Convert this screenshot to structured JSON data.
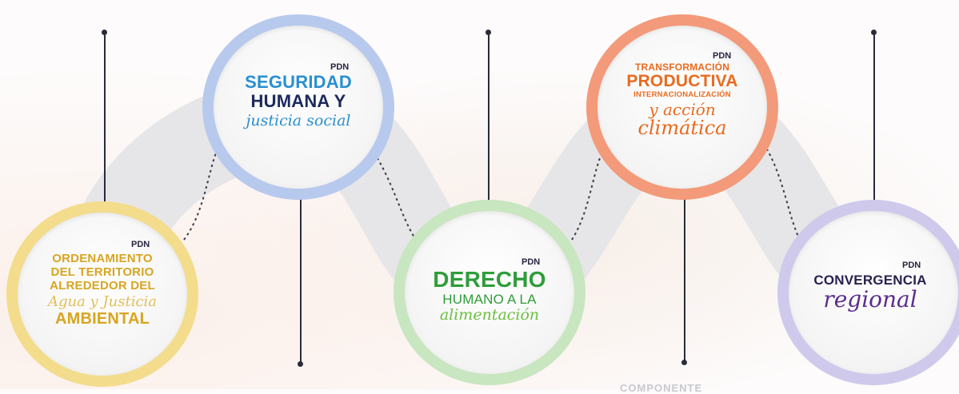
{
  "nodes": [
    {
      "id": "agua",
      "badge": "PDN",
      "lines": [
        "ORDENAMIENTO",
        "DEL TERRITORIO",
        "ALREDEDOR DEL"
      ],
      "script": "Agua y Justicia",
      "last": "AMBIENTAL",
      "ring_color": "#f3dc8c",
      "text_color": "#d8a51f"
    },
    {
      "id": "seguridad",
      "badge": "PDN",
      "lines": [
        "SEGURIDAD",
        "HUMANA Y"
      ],
      "script": "justicia social",
      "ring_color": "#b8c9ee",
      "text_color": "#2a8fd1",
      "text_color_2": "#1c2a5c"
    },
    {
      "id": "alimentacion",
      "badge": "PDN",
      "lines": [
        "DERECHO",
        "HUMANO A LA"
      ],
      "script": "alimentación",
      "ring_color": "#c8e6bf",
      "text_color": "#2f9d3a"
    },
    {
      "id": "transformacion",
      "badge": "PDN",
      "lines": [
        "TRANSFORMACIÓN",
        "PRODUCTIVA",
        "INTERNACIONALIZACIÓN"
      ],
      "script": "y acción",
      "script2": "climática",
      "ring_color": "#f39a7a",
      "text_color": "#ea6a1e"
    },
    {
      "id": "convergencia",
      "badge": "PDN",
      "lines": [
        "CONVERGENCIA"
      ],
      "script": "regional",
      "ring_color": "#cfc9ec",
      "text_color": "#2a2050",
      "script_color": "#5b2c8f"
    }
  ],
  "footer_partial": "COMPONENTE",
  "colors": {
    "band": "#e4e4e6",
    "line": "#2b2b3a"
  }
}
